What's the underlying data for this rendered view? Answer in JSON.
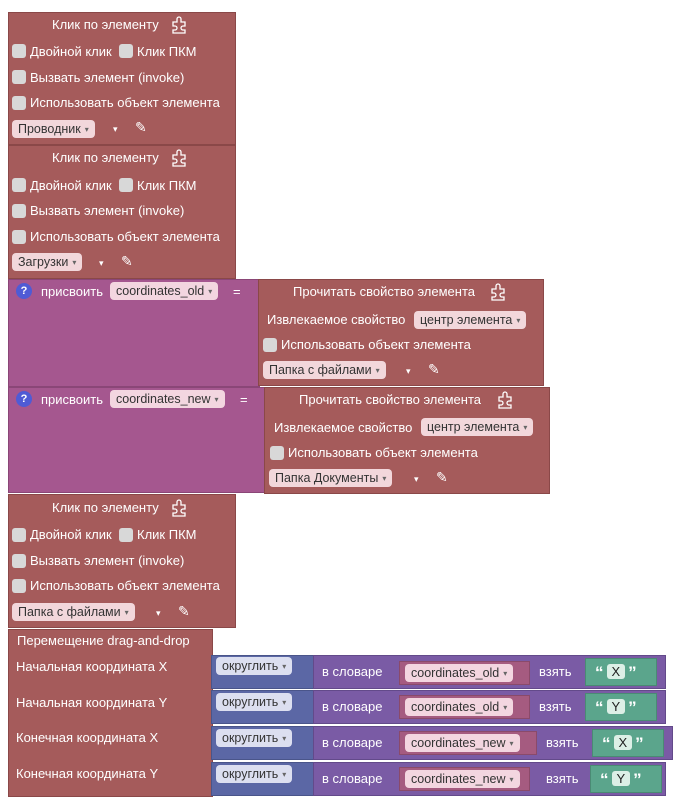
{
  "click_blocks": [
    {
      "title": "Клик по элементу",
      "double_click": "Двойной клик",
      "right_click": "Клик ПКМ",
      "invoke": "Вызвать элемент (invoke)",
      "use_object": "Использовать объект элемента",
      "element": "Проводник"
    },
    {
      "title": "Клик по элементу",
      "double_click": "Двойной клик",
      "right_click": "Клик ПКМ",
      "invoke": "Вызвать элемент (invoke)",
      "use_object": "Использовать объект элемента",
      "element": "Загрузки"
    },
    {
      "title": "Клик по элементу",
      "double_click": "Двойной клик",
      "right_click": "Клик ПКМ",
      "invoke": "Вызвать элемент (invoke)",
      "use_object": "Использовать объект элемента",
      "element": "Папка с файлами"
    }
  ],
  "assign_blocks": [
    {
      "help": "?",
      "label": "присвоить",
      "variable": "coordinates_old",
      "eq": "=",
      "read_title": "Прочитать свойство элемента",
      "prop_label": "Извлекаемое свойство",
      "prop_value": "центр элемента",
      "use_object": "Использовать объект элемента",
      "element": "Папка с файлами"
    },
    {
      "help": "?",
      "label": "присвоить",
      "variable": "coordinates_new",
      "eq": "=",
      "read_title": "Прочитать свойство элемента",
      "prop_label": "Извлекаемое свойство",
      "prop_value": "центр элемента",
      "use_object": "Использовать объект элемента",
      "element": "Папка Документы"
    }
  ],
  "dragdrop": {
    "title": "Перемещение drag-and-drop",
    "rows": [
      {
        "label": "Начальная координата X",
        "round": "округлить",
        "in_dict": "в словаре",
        "variable": "coordinates_old",
        "take": "взять",
        "key": "X"
      },
      {
        "label": "Начальная координата Y",
        "round": "округлить",
        "in_dict": "в словаре",
        "variable": "coordinates_old",
        "take": "взять",
        "key": "Y"
      },
      {
        "label": "Конечная координата X",
        "round": "округлить",
        "in_dict": "в словаре",
        "variable": "coordinates_new",
        "take": "взять",
        "key": "X"
      },
      {
        "label": "Конечная координата Y",
        "round": "округлить",
        "in_dict": "в словаре",
        "variable": "coordinates_new",
        "take": "взять",
        "key": "Y"
      }
    ]
  },
  "glyphs": {
    "dropdown_arrow": "▾",
    "pencil": "✎",
    "open_quote": "“",
    "close_quote": "”"
  },
  "colors": {
    "element_block": "#a55b5b",
    "variable_block": "#a5578f",
    "math_block": "#5b67a5",
    "dict_block": "#7a5ba5",
    "text_block": "#5ba58c"
  }
}
